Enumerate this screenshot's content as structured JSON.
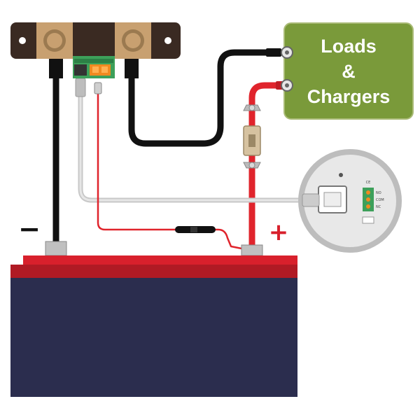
{
  "loads_box": {
    "line1": "Loads",
    "line2": "&",
    "line3": "Chargers"
  },
  "battery": {
    "negative_sign": "−",
    "positive_sign": "+"
  },
  "monitor": {
    "ce_mark": "CE",
    "terminal_labels": [
      "NO",
      "COM",
      "NC"
    ]
  },
  "colors": {
    "loads_box_fill": "#7a9a3a",
    "loads_box_border": "#aabb77",
    "battery_body": "#2b2d4e",
    "battery_top": "#d8202c",
    "battery_top_band": "#b01a24",
    "wire_black": "#111111",
    "wire_red": "#e0242c",
    "wire_gray": "#c8c8c8",
    "shunt_base": "#3a2a22",
    "shunt_terminal": "#c8a070",
    "minus_sign": "#111111",
    "plus_sign": "#d8202c"
  }
}
